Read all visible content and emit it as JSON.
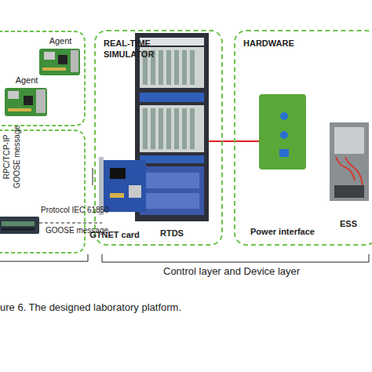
{
  "diagram": {
    "caption": "ure 6. The designed laboratory platform.",
    "nodes": [
      {
        "text": [
          "Agent"
        ]
      },
      {
        "text": [
          "Agent"
        ]
      },
      {
        "text": [
          "REAL-TIME SIMULATOR"
        ]
      },
      {
        "text": [
          "RTDS"
        ],
        "in": 2
      },
      {
        "text": [
          "GTNET card"
        ],
        "in": 2
      },
      {
        "text": [
          "HARDWARE"
        ]
      },
      {
        "text": [
          "Power interface"
        ],
        "in": 5
      },
      {
        "text": [
          "ESS"
        ],
        "in": 5
      }
    ],
    "edges": [
      {
        "from": 3,
        "to": 6,
        "arrow": "none"
      }
    ],
    "labels": [
      "RPC/TCP-IP",
      "GOOSE message",
      "Protocol IEC 61850",
      "GOOSE message",
      "Control layer and Device layer"
    ]
  }
}
